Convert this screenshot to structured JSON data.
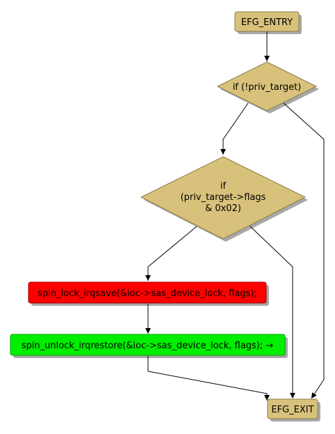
{
  "colors": {
    "node_fill": "#d8c17a",
    "node_stroke": "#8a7a45",
    "shadow": "#a8a8a8",
    "error_fill": "#ff0000",
    "success_fill": "#00ee00",
    "edge": "#000000"
  },
  "nodes": {
    "entry": {
      "label": "EFG_ENTRY"
    },
    "cond1": {
      "label": "if (!priv_target)"
    },
    "cond2": {
      "line1": "if",
      "line2": "(priv_target->flags",
      "line3": "& 0x02)"
    },
    "lock": {
      "label": "spin_lock_irqsave(&ioc->sas_device_lock, flags);"
    },
    "unlock": {
      "label": "spin_unlock_irqrestore(&ioc->sas_device_lock, flags); →"
    },
    "exit": {
      "label": "EFG_EXIT"
    }
  }
}
